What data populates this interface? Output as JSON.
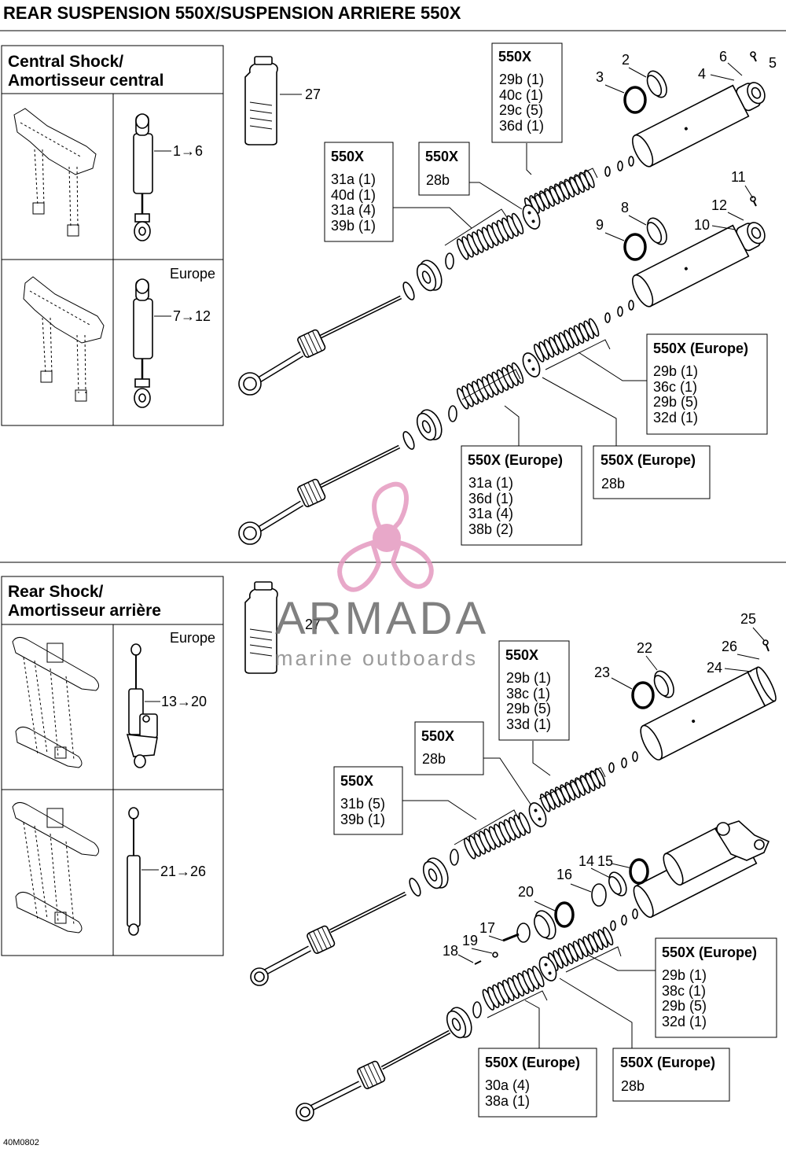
{
  "title": "REAR SUSPENSION 550X/SUSPENSION ARRIERE 550X",
  "footer_code": "40M0802",
  "watermark": {
    "brand": "ARMADA",
    "tagline": "marine outboards"
  },
  "central_shock": {
    "heading_line1": "Central Shock/",
    "heading_line2": "Amortisseur central",
    "range_standard": "1→6",
    "europe_label": "Europe",
    "range_europe": "7→12"
  },
  "rear_shock": {
    "heading_line1": "Rear Shock/",
    "heading_line2": "Amortisseur arrière",
    "europe_label": "Europe",
    "range_europe": "13→20",
    "range_standard": "21→26"
  },
  "callouts": {
    "n1": "2",
    "n2": "3",
    "n3": "4",
    "n4": "5",
    "n5": "6",
    "n6": "8",
    "n7": "9",
    "n8": "10",
    "n9": "11",
    "n10": "12",
    "n11": "27",
    "n12": "27",
    "n13": "14",
    "n14": "15",
    "n15": "16",
    "n16": "17",
    "n17": "18",
    "n18": "19",
    "n19": "20",
    "n20": "22",
    "n21": "23",
    "n22": "24",
    "n23": "25",
    "n24": "26"
  },
  "kit_boxes": [
    {
      "heading": "550X",
      "lines": [
        "29b (1)",
        "40c (1)",
        "29c (5)",
        "36d (1)"
      ]
    },
    {
      "heading": "550X",
      "lines": [
        "31a (1)",
        "40d (1)",
        "31a (4)",
        "39b (1)"
      ]
    },
    {
      "heading": "550X",
      "lines": [
        "28b"
      ]
    },
    {
      "heading": "550X (Europe)",
      "lines": [
        "29b (1)",
        "36c (1)",
        "29b (5)",
        "32d (1)"
      ]
    },
    {
      "heading": "550X (Europe)",
      "lines": [
        "31a (1)",
        "36d (1)",
        "31a (4)",
        "38b (2)"
      ]
    },
    {
      "heading": "550X (Europe)",
      "lines": [
        "28b"
      ]
    },
    {
      "heading": "550X",
      "lines": [
        "29b (1)",
        "38c (1)",
        "29b (5)",
        "33d (1)"
      ]
    },
    {
      "heading": "550X",
      "lines": [
        "28b"
      ]
    },
    {
      "heading": "550X",
      "lines": [
        "31b (5)",
        "39b (1)"
      ]
    },
    {
      "heading": "550X (Europe)",
      "lines": [
        "29b (1)",
        "38c (1)",
        "29b (5)",
        "32d (1)"
      ]
    },
    {
      "heading": "550X (Europe)",
      "lines": [
        "30a (4)",
        "38a (1)"
      ]
    },
    {
      "heading": "550X (Europe)",
      "lines": [
        "28b"
      ]
    }
  ]
}
